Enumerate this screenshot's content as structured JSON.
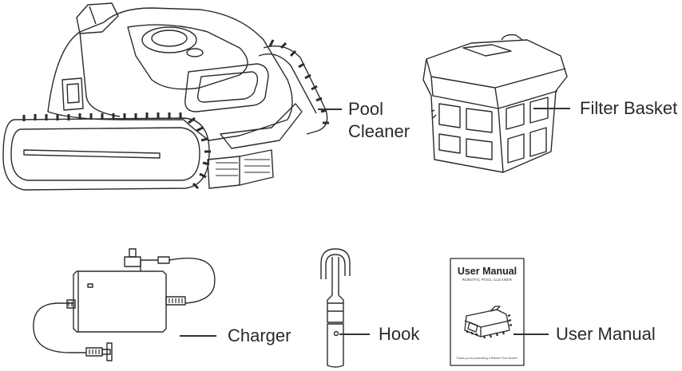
{
  "labels": {
    "pool_cleaner": [
      "Pool",
      "Cleaner"
    ],
    "filter_basket": "Filter Basket",
    "charger": "Charger",
    "hook": "Hook",
    "user_manual": "User Manual"
  },
  "manual_cover": {
    "title": "User Manual",
    "subtitle": "ROBOTIC POOL CLEANER",
    "footer": "Thank you for purchasing a Robotic Pool Cleaner."
  }
}
